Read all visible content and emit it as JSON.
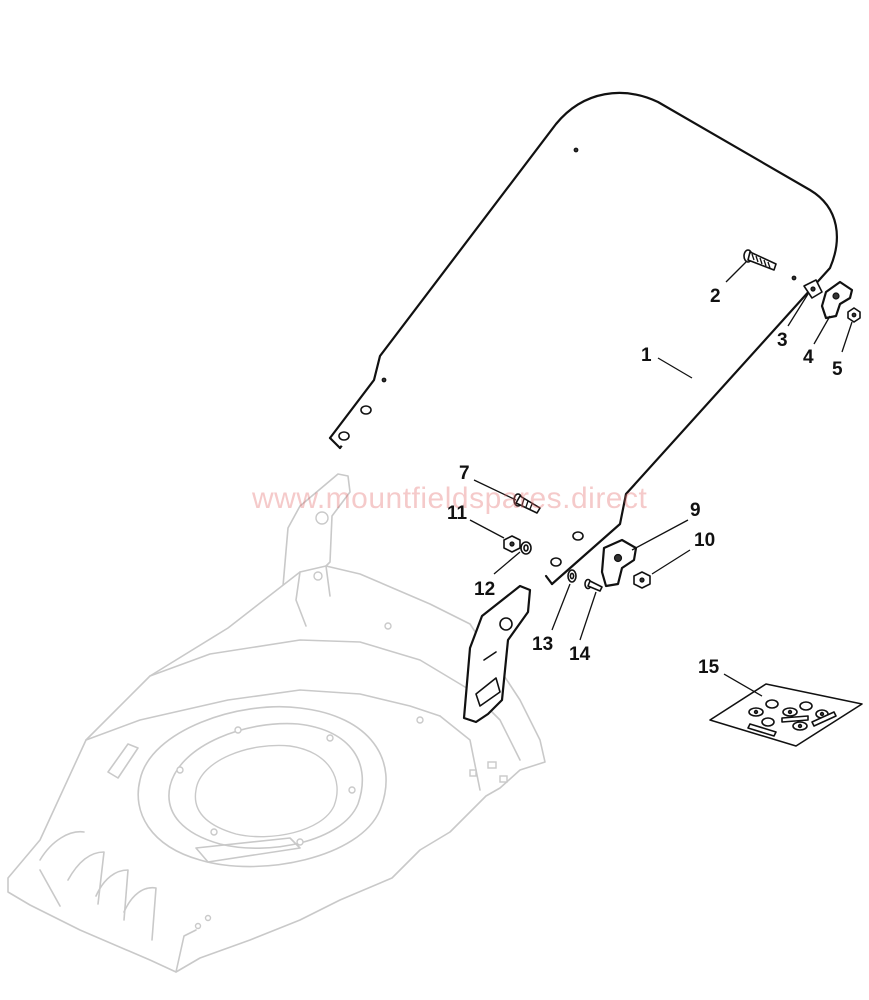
{
  "watermark": "www.mountfieldspares.direct",
  "parts": [
    {
      "number": "1"
    },
    {
      "number": "2"
    },
    {
      "number": "3"
    },
    {
      "number": "4"
    },
    {
      "number": "5"
    },
    {
      "number": "7"
    },
    {
      "number": "9"
    },
    {
      "number": "10"
    },
    {
      "number": "11"
    },
    {
      "number": "12"
    },
    {
      "number": "13"
    },
    {
      "number": "14"
    },
    {
      "number": "15"
    }
  ],
  "colors": {
    "line": "#111111",
    "deck_line": "#c9c9c9",
    "watermark": "#e46a6a"
  }
}
